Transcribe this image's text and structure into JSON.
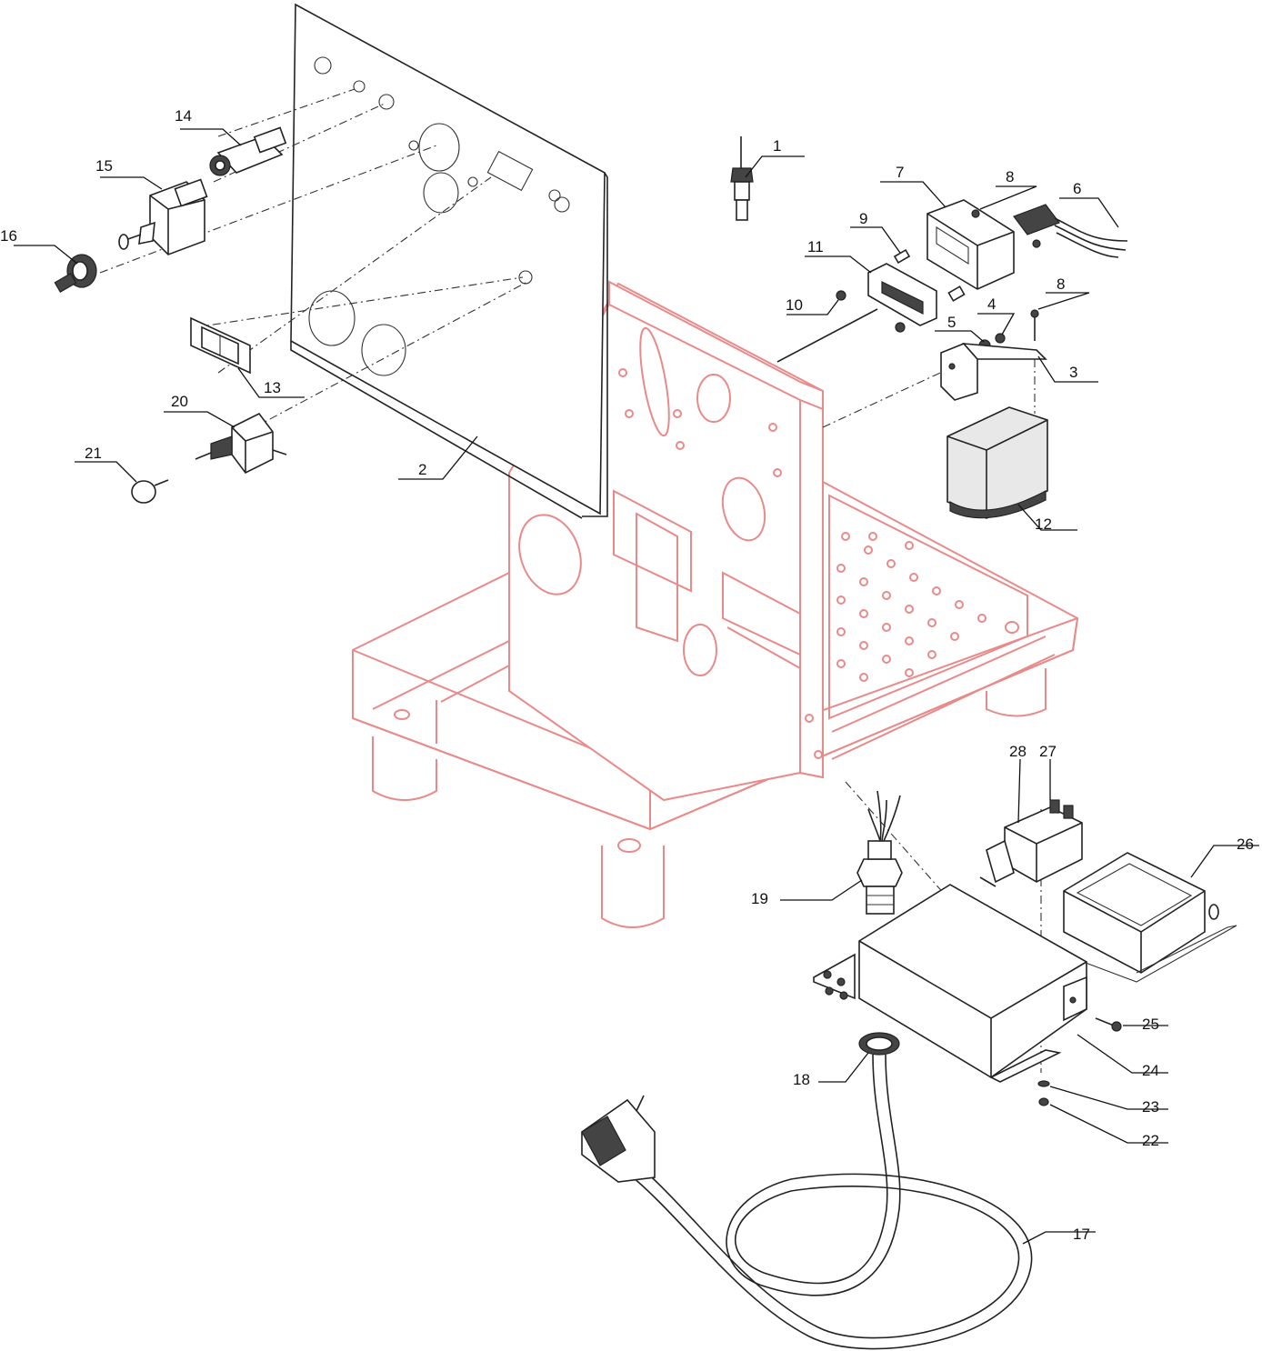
{
  "labels": {
    "l1": "1",
    "l2": "2",
    "l3": "3",
    "l4": "4",
    "l5": "5",
    "l6": "6",
    "l7": "7",
    "l8a": "8",
    "l8b": "8",
    "l9": "9",
    "l10": "10",
    "l11": "11",
    "l12": "12",
    "l13": "13",
    "l14": "14",
    "l15": "15",
    "l16": "16",
    "l17": "17",
    "l18": "18",
    "l19": "19",
    "l20": "20",
    "l21": "21",
    "l22": "22",
    "l23": "23",
    "l24": "24",
    "l25": "25",
    "l26": "26",
    "l27": "27",
    "l28": "28"
  },
  "colors": {
    "frame": "#e98a8a",
    "parts": "#222222"
  }
}
